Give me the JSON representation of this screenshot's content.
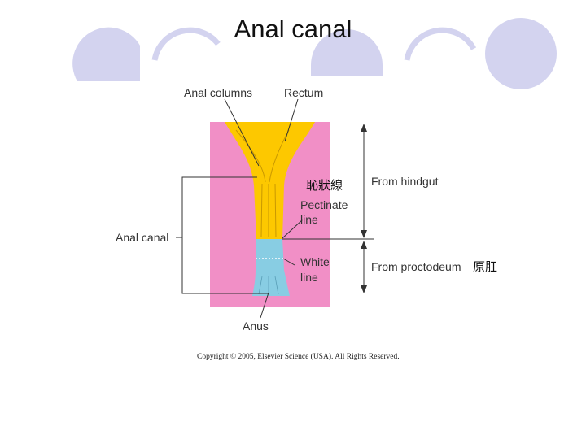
{
  "slide": {
    "title": "Anal canal"
  },
  "diagram": {
    "labels": {
      "anal_columns": "Anal columns",
      "rectum": "Rectum",
      "pectinate_cjk": "恥狀線",
      "pectinate_line_1": "Pectinate",
      "pectinate_line_2": "line",
      "from_hindgut": "From hindgut",
      "anal_canal": "Anal canal",
      "white_line_1": "White",
      "white_line_2": "line",
      "from_proctodeum": "From proctodeum",
      "proctodeum_cjk": "原肛",
      "anus": "Anus"
    },
    "colors": {
      "tissue_pink": "#f18fc6",
      "endoderm_yellow": "#fdc800",
      "ectoderm_blue": "#88cde3",
      "decor_lavender": "#d3d3ef"
    }
  },
  "copyright": "Copyright © 2005, Elsevier Science (USA). All Rights Reserved."
}
